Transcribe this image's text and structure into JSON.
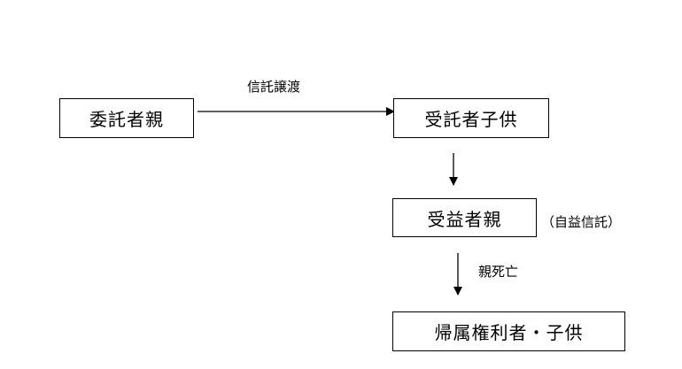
{
  "nodes": {
    "settlor": "委託者親",
    "trustee": "受託者子供",
    "beneficiary": "受益者親",
    "holder": "帰属権利者・子供"
  },
  "edges": {
    "transfer": "信託譲渡",
    "death": "親死亡"
  },
  "notes": {
    "self_trust": "（自益信託）"
  }
}
